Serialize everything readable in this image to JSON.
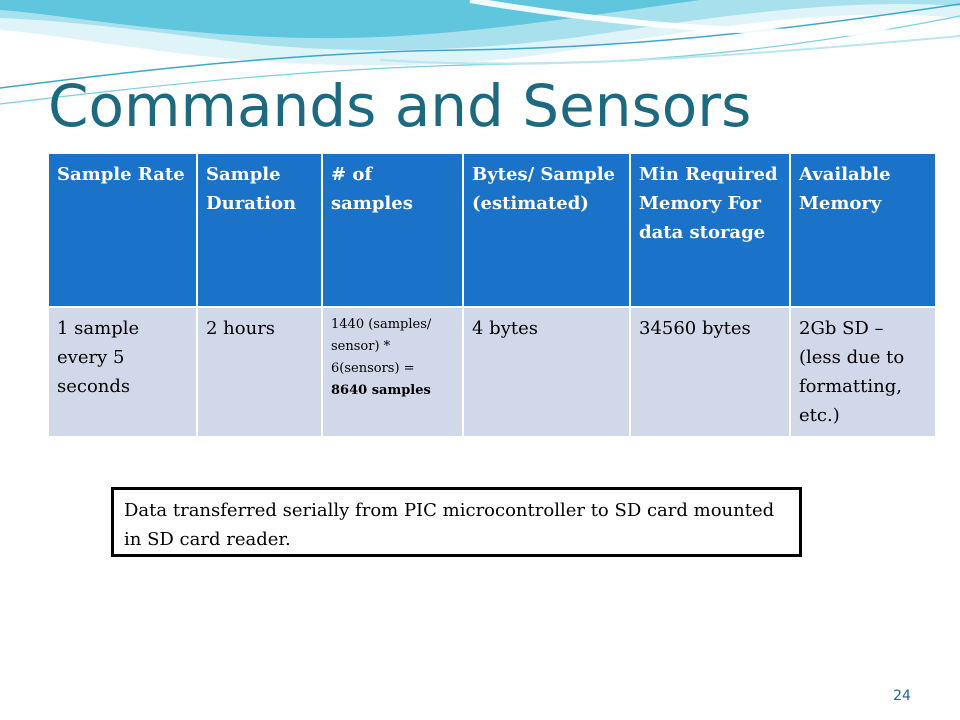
{
  "slide": {
    "title": "Commands and Sensors",
    "page_number": "24"
  },
  "table": {
    "headers": [
      "Sample Rate",
      "Sample Duration",
      "# of samples",
      "Bytes/ Sample (estimated)",
      "Min Required Memory For data storage",
      "Available Memory"
    ],
    "row": {
      "sample_rate": "1 sample every 5 seconds",
      "sample_duration": "2 hours",
      "num_samples_formula": "1440 (samples/ sensor) * 6(sensors) =",
      "num_samples_result": "8640 samples",
      "bytes_per_sample": "4 bytes",
      "min_memory": "34560 bytes",
      "available_memory": "2Gb SD – (less due to formatting, etc.)"
    }
  },
  "note": {
    "text": "Data transferred serially from PIC microcontroller to SD card mounted in SD card reader."
  },
  "colors": {
    "title": "#1d6a80",
    "header_bg": "#1a73c9",
    "cell_bg": "#d0d8ea",
    "wave_light": "#c6ecf5",
    "wave_mid": "#5fc6de"
  }
}
